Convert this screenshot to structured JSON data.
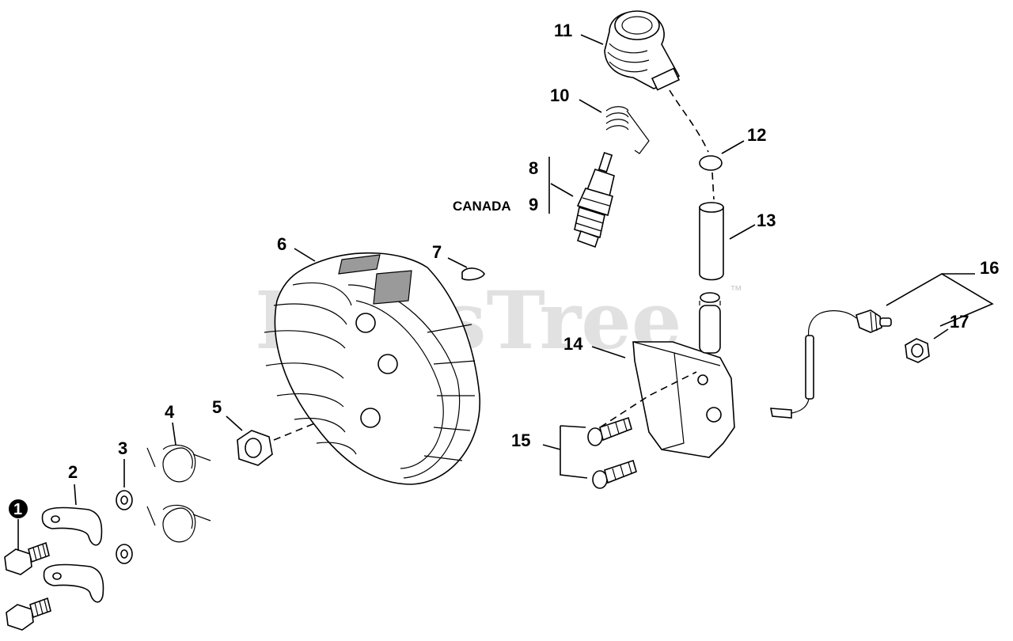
{
  "watermark": {
    "text": "PartsTree",
    "trademark": "™"
  },
  "callouts": {
    "c1": "1",
    "c2": "2",
    "c3": "3",
    "c4": "4",
    "c5": "5",
    "c6": "6",
    "c7": "7",
    "c8": "8",
    "c9": "9",
    "c10": "10",
    "c11": "11",
    "c12": "12",
    "c13": "13",
    "c14": "14",
    "c15": "15",
    "c16": "16",
    "c17": "17"
  },
  "notes": {
    "canada": "CANADA"
  },
  "colors": {
    "ink": "#000000",
    "watermark": "#c9c9c9",
    "badge": "#000000"
  }
}
